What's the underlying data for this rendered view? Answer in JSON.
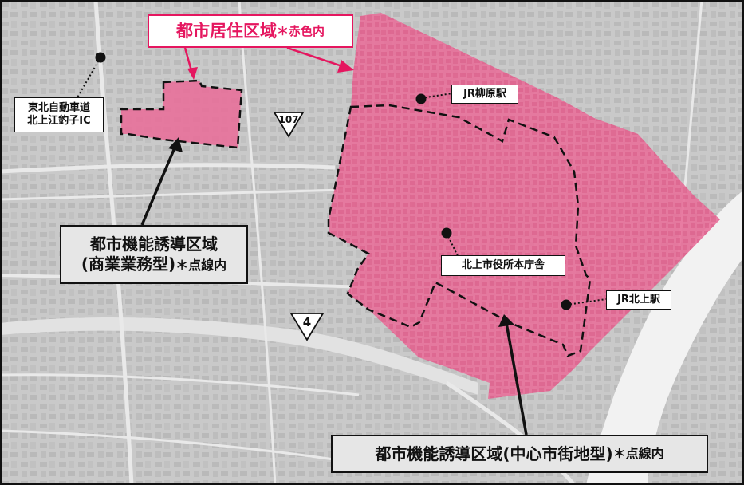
{
  "legend": {
    "residential_zone": {
      "title": "都市居住区域",
      "note": "＊赤色内"
    },
    "function_zone_commercial": {
      "line1": "都市機能誘導区域",
      "line2": "(商業業務型)",
      "note": "＊点線内"
    },
    "function_zone_central": {
      "title": "都市機能誘導区域(中心市街地型)",
      "note": "＊点線内"
    }
  },
  "places": {
    "interchange": {
      "line1": "東北自動車道",
      "line2": "北上江釣子IC"
    },
    "yanagihara_station": "JR柳原駅",
    "city_hall": "北上市役所本庁舎",
    "kitakami_station": "JR北上駅"
  },
  "routes": {
    "route_107": "107",
    "route_4": "4"
  },
  "colors": {
    "residential_fill": "#e8709a",
    "accent": "#e5165f",
    "map_background": "#c9c9c9",
    "river": "#f2f2f2",
    "boundary_dash": "#111111"
  }
}
